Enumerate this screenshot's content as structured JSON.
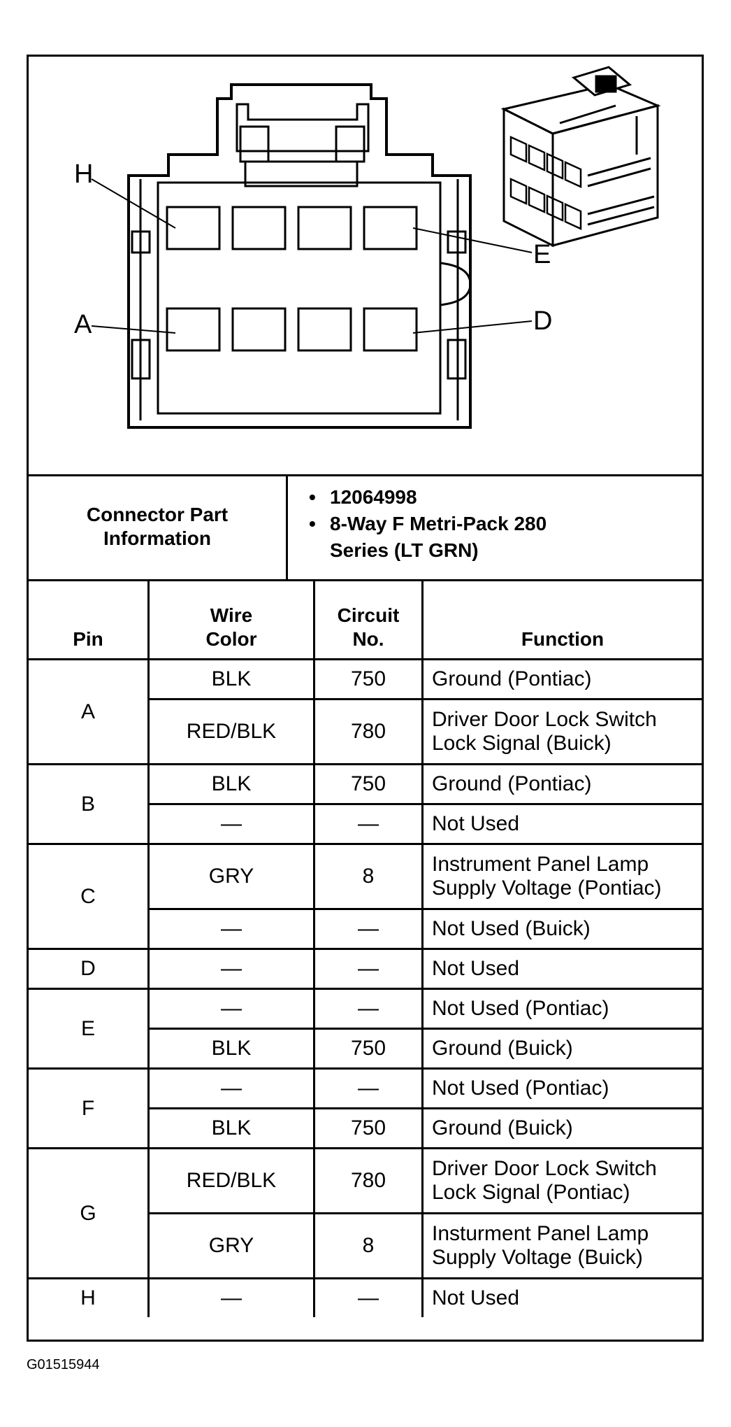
{
  "connector_diagram": {
    "pin_labels": {
      "top_left": "H",
      "top_right": "E",
      "bottom_left": "A",
      "bottom_right": "D"
    }
  },
  "connector_info": {
    "title": "Connector Part Information",
    "items": [
      "12064998",
      "8-Way F Metri-Pack 280 Series (LT GRN)"
    ]
  },
  "table": {
    "headers": {
      "pin": "Pin",
      "wire_color": "Wire Color",
      "circuit_no": "Circuit No.",
      "function": "Function"
    },
    "rows": [
      {
        "pin": "A",
        "wire": "BLK",
        "circuit": "750",
        "function": "Ground (Pontiac)",
        "tall": false,
        "pin_rowspan": 2
      },
      {
        "pin": "",
        "wire": "RED/BLK",
        "circuit": "780",
        "function": "Driver Door Lock Switch Lock Signal (Buick)",
        "tall": true,
        "pin_rowspan": 0
      },
      {
        "pin": "B",
        "wire": "BLK",
        "circuit": "750",
        "function": "Ground (Pontiac)",
        "tall": false,
        "pin_rowspan": 2
      },
      {
        "pin": "",
        "wire": "—",
        "circuit": "—",
        "function": "Not Used",
        "tall": false,
        "pin_rowspan": 0
      },
      {
        "pin": "C",
        "wire": "GRY",
        "circuit": "8",
        "function": "Instrument Panel Lamp Supply Voltage (Pontiac)",
        "tall": true,
        "pin_rowspan": 2
      },
      {
        "pin": "",
        "wire": "—",
        "circuit": "—",
        "function": "Not Used (Buick)",
        "tall": false,
        "pin_rowspan": 0
      },
      {
        "pin": "D",
        "wire": "—",
        "circuit": "—",
        "function": "Not Used",
        "tall": false,
        "pin_rowspan": 1
      },
      {
        "pin": "E",
        "wire": "—",
        "circuit": "—",
        "function": "Not Used (Pontiac)",
        "tall": false,
        "pin_rowspan": 2
      },
      {
        "pin": "",
        "wire": "BLK",
        "circuit": "750",
        "function": "Ground (Buick)",
        "tall": false,
        "pin_rowspan": 0
      },
      {
        "pin": "F",
        "wire": "—",
        "circuit": "—",
        "function": "Not Used (Pontiac)",
        "tall": false,
        "pin_rowspan": 2
      },
      {
        "pin": "",
        "wire": "BLK",
        "circuit": "750",
        "function": "Ground (Buick)",
        "tall": false,
        "pin_rowspan": 0
      },
      {
        "pin": "G",
        "wire": "RED/BLK",
        "circuit": "780",
        "function": "Driver Door Lock Switch Lock Signal (Pontiac)",
        "tall": true,
        "pin_rowspan": 2
      },
      {
        "pin": "",
        "wire": "GRY",
        "circuit": "8",
        "function": "Insturment Panel Lamp Supply Voltage (Buick)",
        "tall": true,
        "pin_rowspan": 0
      },
      {
        "pin": "H",
        "wire": "—",
        "circuit": "—",
        "function": "Not Used",
        "tall": false,
        "pin_rowspan": 1
      }
    ]
  },
  "footer": {
    "figure_code": "G01515944"
  }
}
